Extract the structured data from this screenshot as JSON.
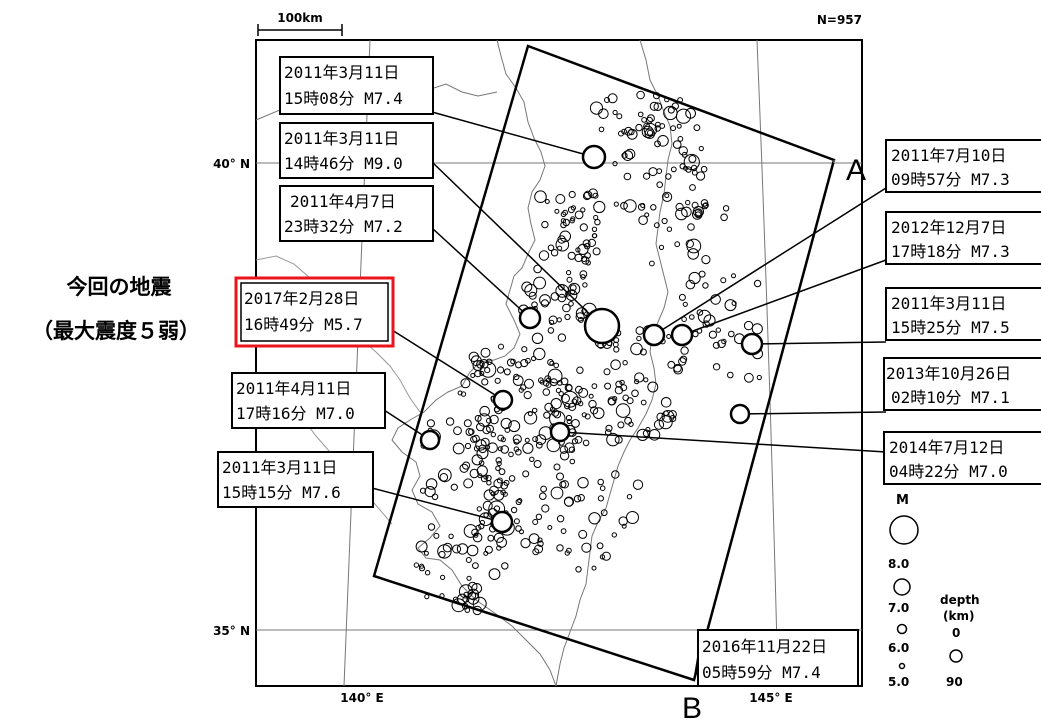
{
  "scale_label": "100km",
  "count_label": "N=957",
  "axis": {
    "lat_40": "40° N",
    "lat_35": "35° N",
    "lon_140": "140° E",
    "lon_145": "145° E"
  },
  "section_points": {
    "a": "A",
    "b": "B"
  },
  "callout": {
    "line1": "今回の地震",
    "line2": "（最大震度５弱）"
  },
  "highlight_color": "#e8161b",
  "events": [
    {
      "date": "2011年3月11日",
      "time_mag": "15時08分 M7.4"
    },
    {
      "date": "2011年3月11日",
      "time_mag": "14時46分 M9.0"
    },
    {
      "date": "2011年4月7日",
      "time_mag": "23時32分 M7.2"
    },
    {
      "date": "2017年2月28日",
      "time_mag": "16時49分 M5.7"
    },
    {
      "date": "2011年4月11日",
      "time_mag": "17時16分 M7.0"
    },
    {
      "date": "2011年3月11日",
      "time_mag": "15時15分 M7.6"
    },
    {
      "date": "2011年7月10日",
      "time_mag": "09時57分 M7.3"
    },
    {
      "date": "2012年12月7日",
      "time_mag": "17時18分 M7.3"
    },
    {
      "date": "2011年3月11日",
      "time_mag": "15時25分 M7.5"
    },
    {
      "date": "2013年10月26日",
      "time_mag": "02時10分 M7.1"
    },
    {
      "date": "2014年7月12日",
      "time_mag": "04時22分 M7.0"
    },
    {
      "date": "2016年11月22日",
      "time_mag": "05時59分 M7.4"
    }
  ],
  "legend": {
    "magnitude_title": "M",
    "magnitudes": [
      "8.0",
      "7.0",
      "6.0",
      "5.0"
    ],
    "depth_title_1": "depth",
    "depth_title_2": "(km)",
    "depths": [
      "0",
      "90"
    ]
  }
}
